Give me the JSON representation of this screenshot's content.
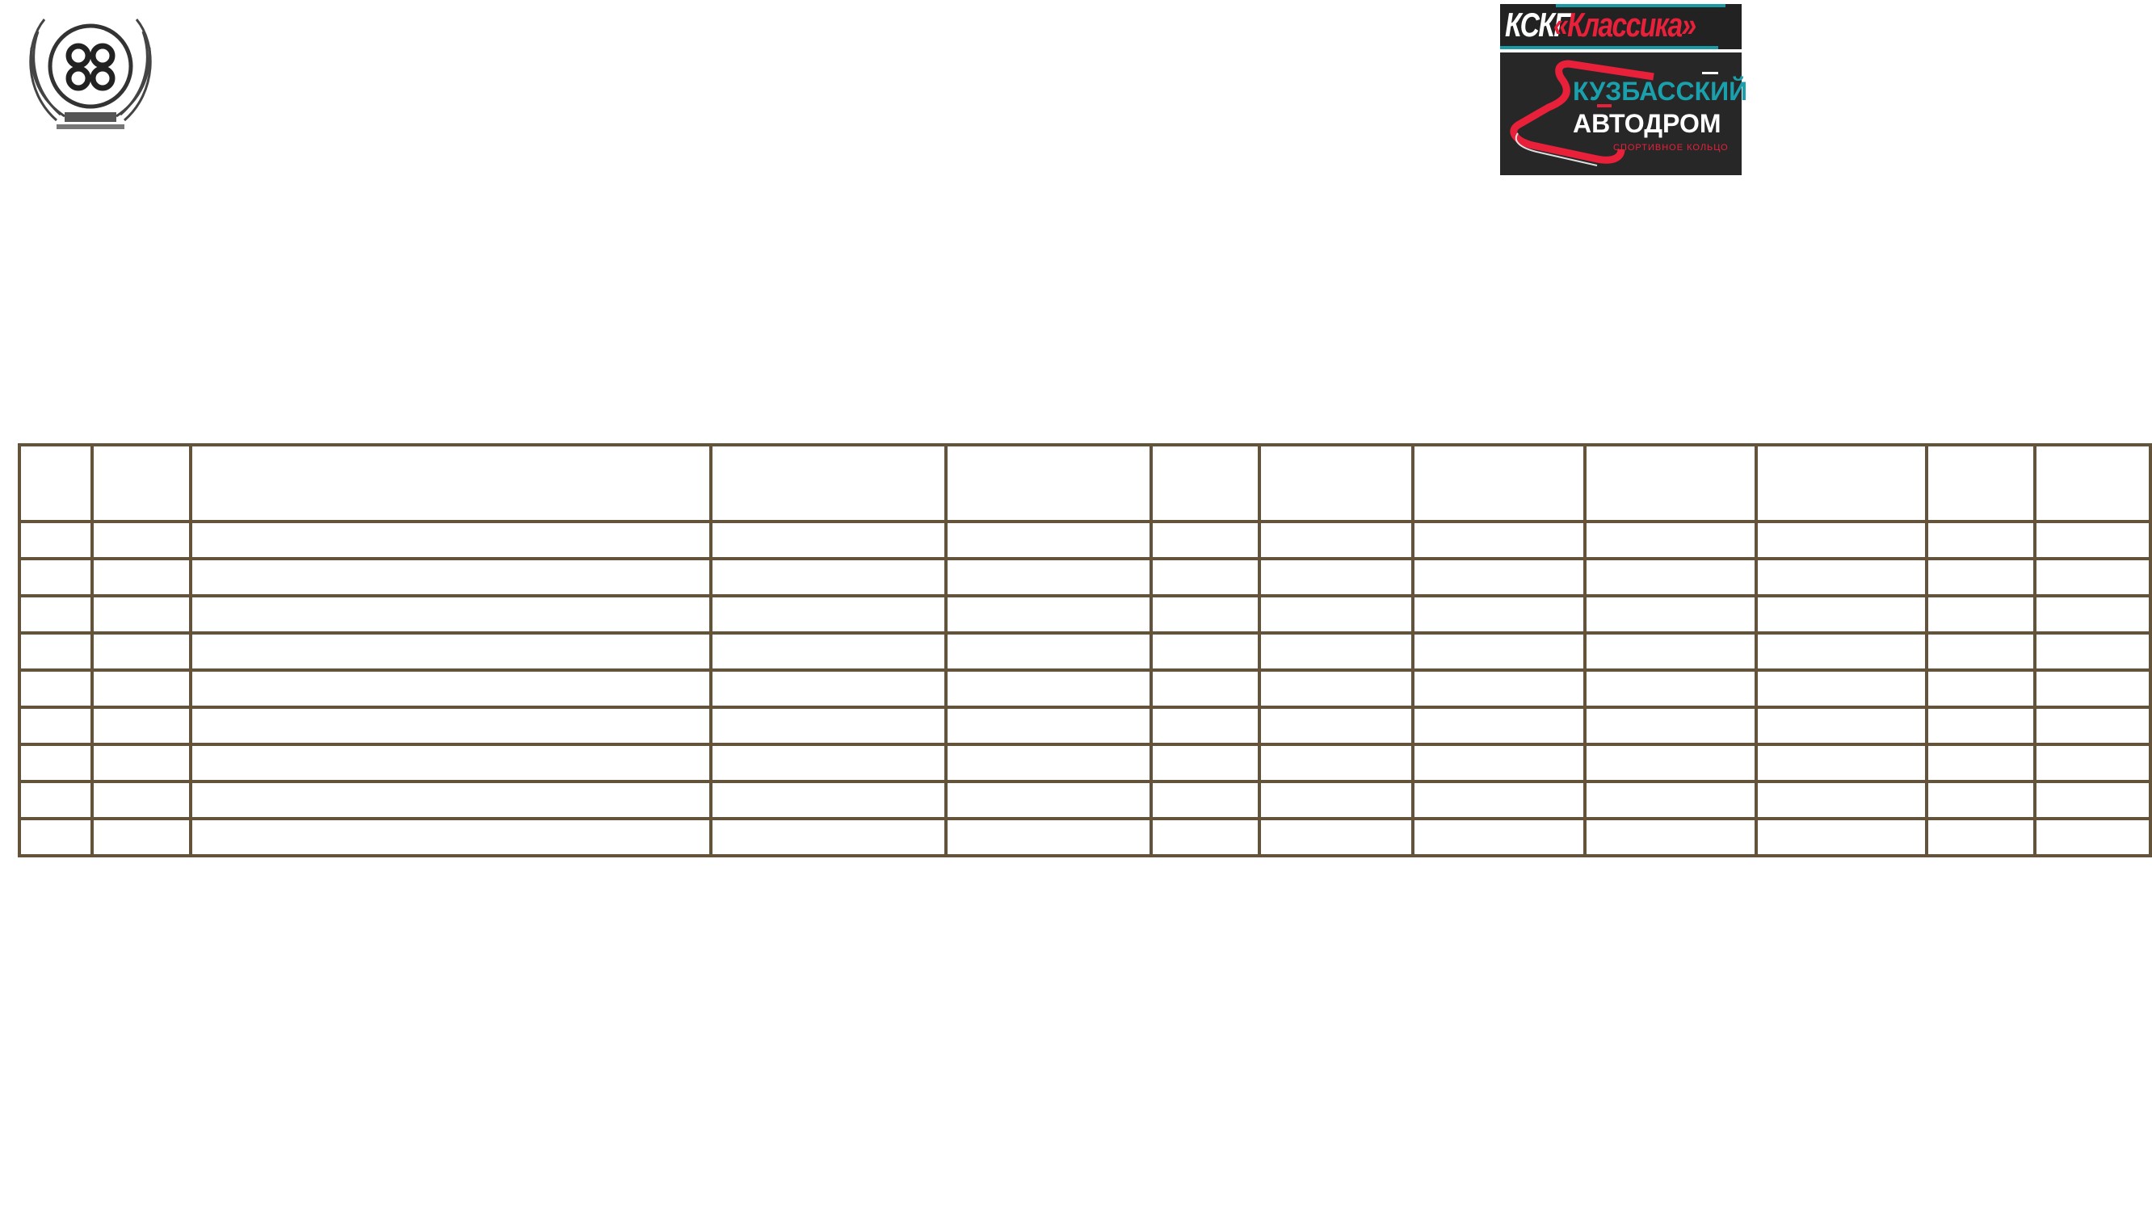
{
  "header": {
    "left_logo": {
      "icon": "winged-emblem"
    },
    "right_logo": {
      "banner_prefix": "КСКГ",
      "banner_name": "«Классика»",
      "title_line1": "КУЗБАССКИЙ",
      "title_line2": "АВТОДРОМ",
      "subtitle": "СПОРТИВНОЕ КОЛЬЦО"
    }
  },
  "table": {
    "column_count": 12,
    "data_row_count": 9,
    "border_color": "#64533b"
  },
  "colors": {
    "teal": "#1aa0ac",
    "red": "#e8203a",
    "dark": "#272727"
  }
}
